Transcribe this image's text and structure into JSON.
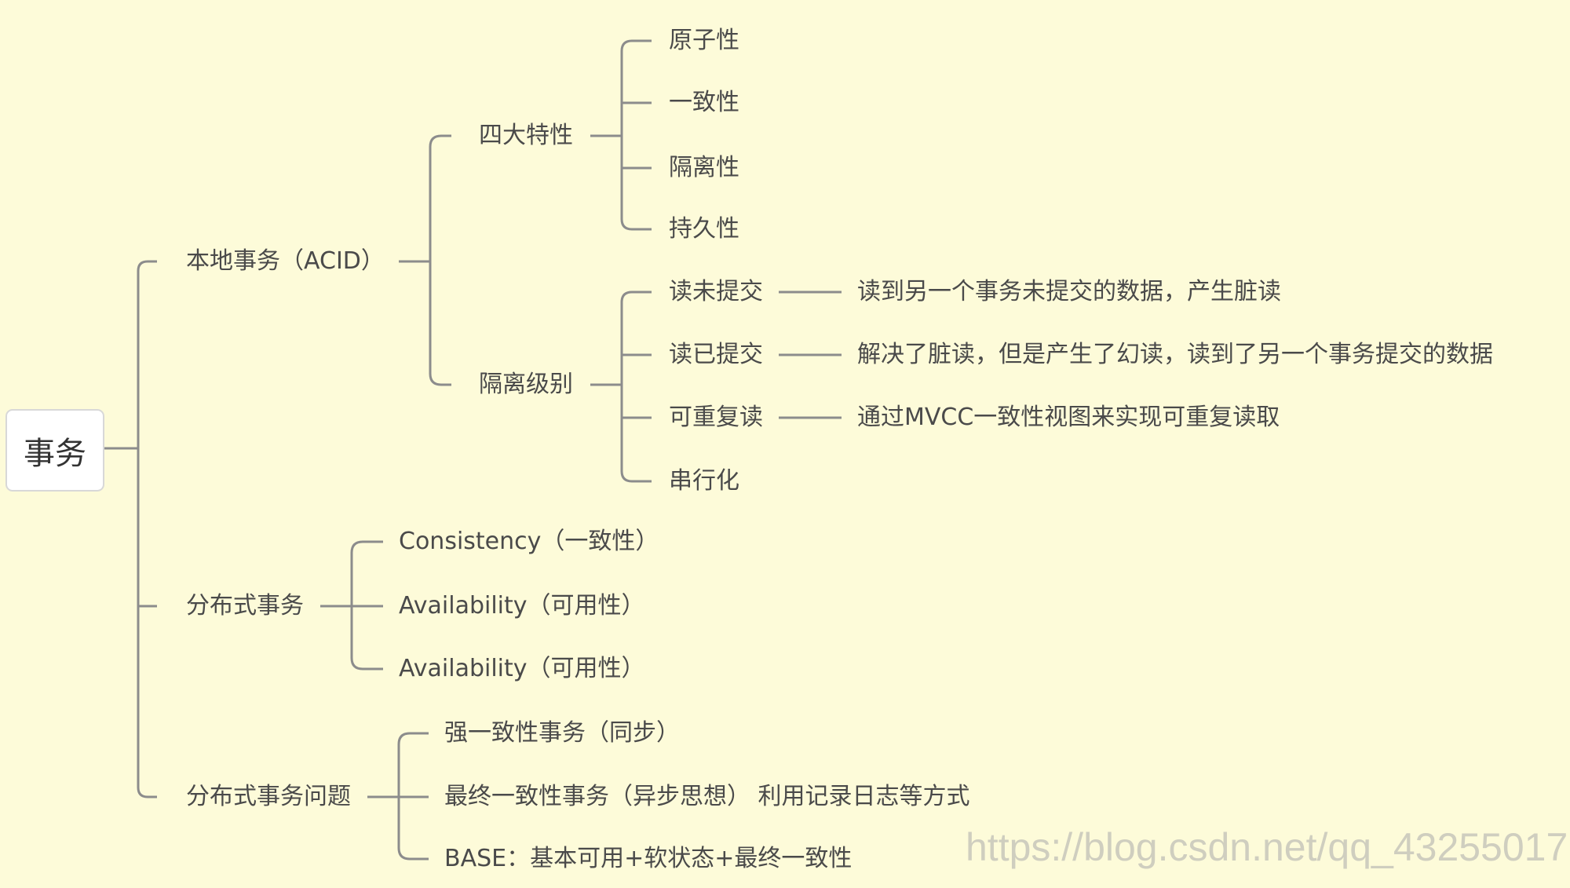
{
  "root": "事务",
  "branches": {
    "local": {
      "label": "本地事务（ACID）",
      "acid": {
        "label": "四大特性",
        "items": [
          "原子性",
          "一致性",
          "隔离性",
          "持久性"
        ]
      },
      "isolation": {
        "label": "隔离级别",
        "levels": [
          {
            "label": "读未提交",
            "note": "读到另一个事务未提交的数据，产生脏读"
          },
          {
            "label": "读已提交",
            "note": "解决了脏读，但是产生了幻读，读到了另一个事务提交的数据"
          },
          {
            "label": "可重复读",
            "note": "通过MVCC一致性视图来实现可重复读取"
          },
          {
            "label": "串行化",
            "note": ""
          }
        ]
      }
    },
    "distributed": {
      "label": "分布式事务",
      "items": [
        "Consistency（一致性）",
        "Availability（可用性）",
        "Availability（可用性）"
      ]
    },
    "problems": {
      "label": "分布式事务问题",
      "items": [
        "强一致性事务（同步）",
        "最终一致性事务（异步思想） 利用记录日志等方式",
        "BASE：基本可用+软状态+最终一致性"
      ]
    }
  },
  "watermark": "https://blog.csdn.net/qq_43255017",
  "colors": {
    "background": "#fdfbd9",
    "line": "#8c8c8c",
    "text": "#4a4a4a",
    "root_box": "#ffffff"
  }
}
